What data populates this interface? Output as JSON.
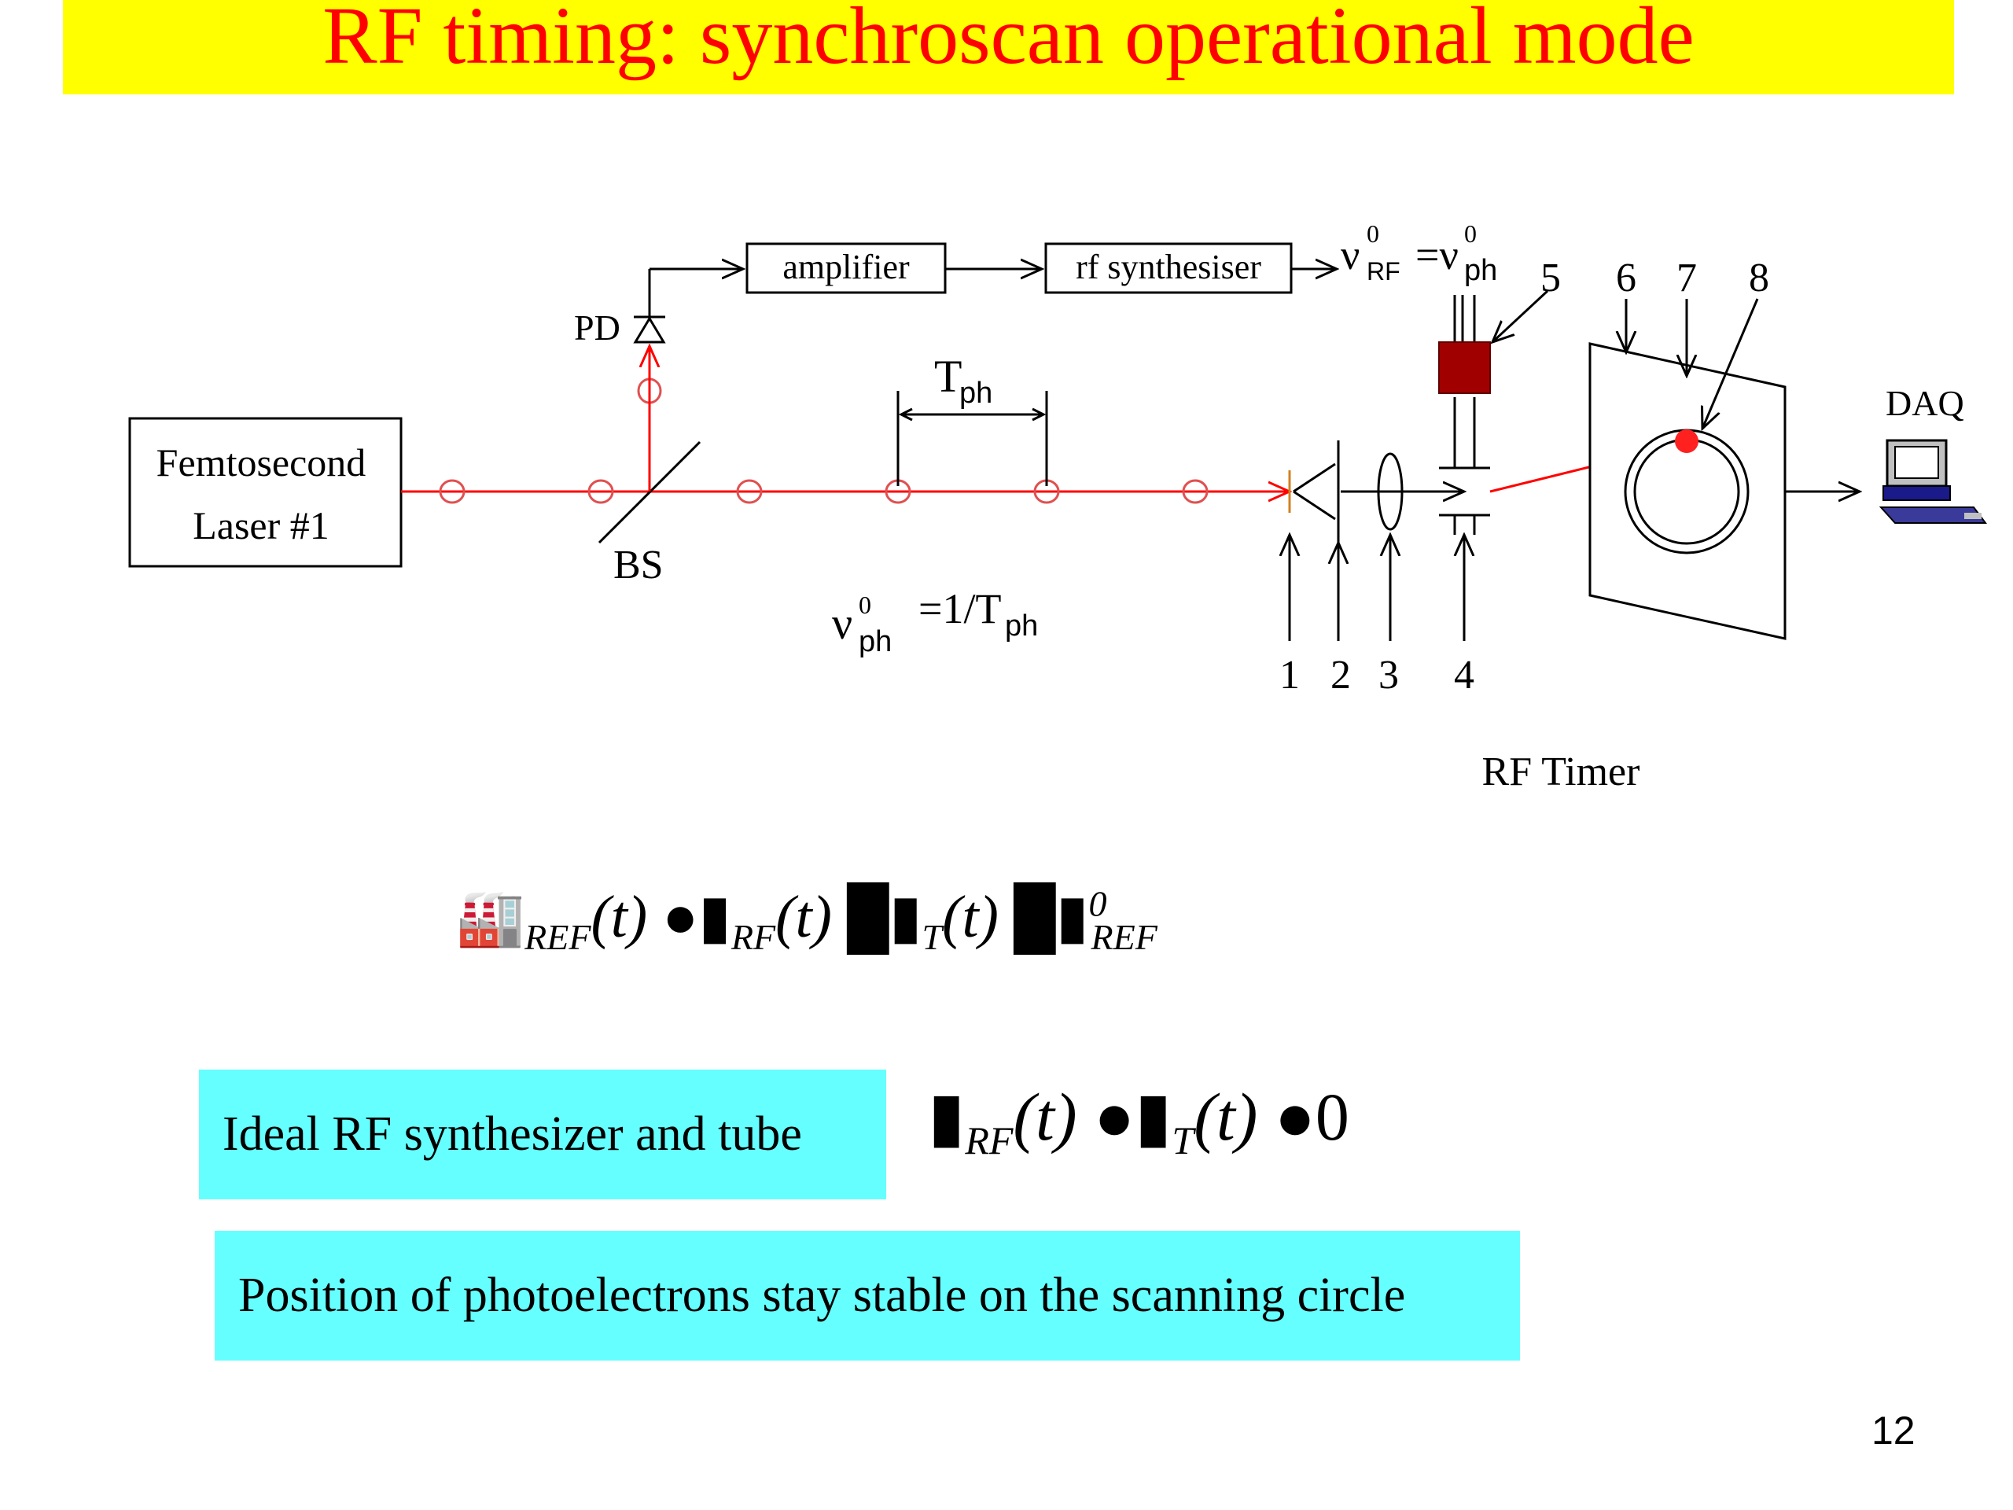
{
  "title": "RF timing: synchroscan operational mode",
  "diagram": {
    "laser_line1": "Femtosecond",
    "laser_line2": "Laser  #1",
    "pd_label": "PD",
    "bs_label": "BS",
    "amplifier_label": "amplifier",
    "synth_label": "rf synthesiser",
    "nu_rf_symbol": "ν",
    "nu_rf_sup": "0",
    "nu_rf_sub": "RF",
    "nu_ph_eq": "=ν",
    "nu_ph_sup": "0",
    "nu_ph_sub": "ph",
    "t_ph_main": "T",
    "t_ph_sub": "ph",
    "nu_formula_nu": "ν",
    "nu_formula_sup": "0",
    "nu_formula_sub": "ph",
    "nu_formula_rest": "=1/T",
    "nu_formula_rest_sub": "ph",
    "num_1": "1",
    "num_2": "2",
    "num_3": "3",
    "num_4": "4",
    "num_5": "5",
    "num_6": "6",
    "num_7": "7",
    "num_8": "8",
    "daq_label": "DAQ",
    "rf_timer_label": "RF Timer"
  },
  "equation1": {
    "sub_ref": "REF",
    "t": "(t)",
    "sub_rf": "RF",
    "sub_t": "T",
    "sup_0": "0",
    "sub_ref2": "REF"
  },
  "box1_text": "Ideal RF synthesizer and tube",
  "equation2": {
    "sub_rf": "RF",
    "t": "(t)",
    "sub_t": "T",
    "zero": "0"
  },
  "box2_text": "Position of photoelectrons stay stable on the scanning circle",
  "page_number": "12",
  "colors": {
    "title_bg": "#ffff00",
    "title_fg": "#ff0000",
    "box_bg": "#66ffff",
    "beam": "#ff0000",
    "pulse": "#e05050",
    "modulator": "#a00000"
  }
}
